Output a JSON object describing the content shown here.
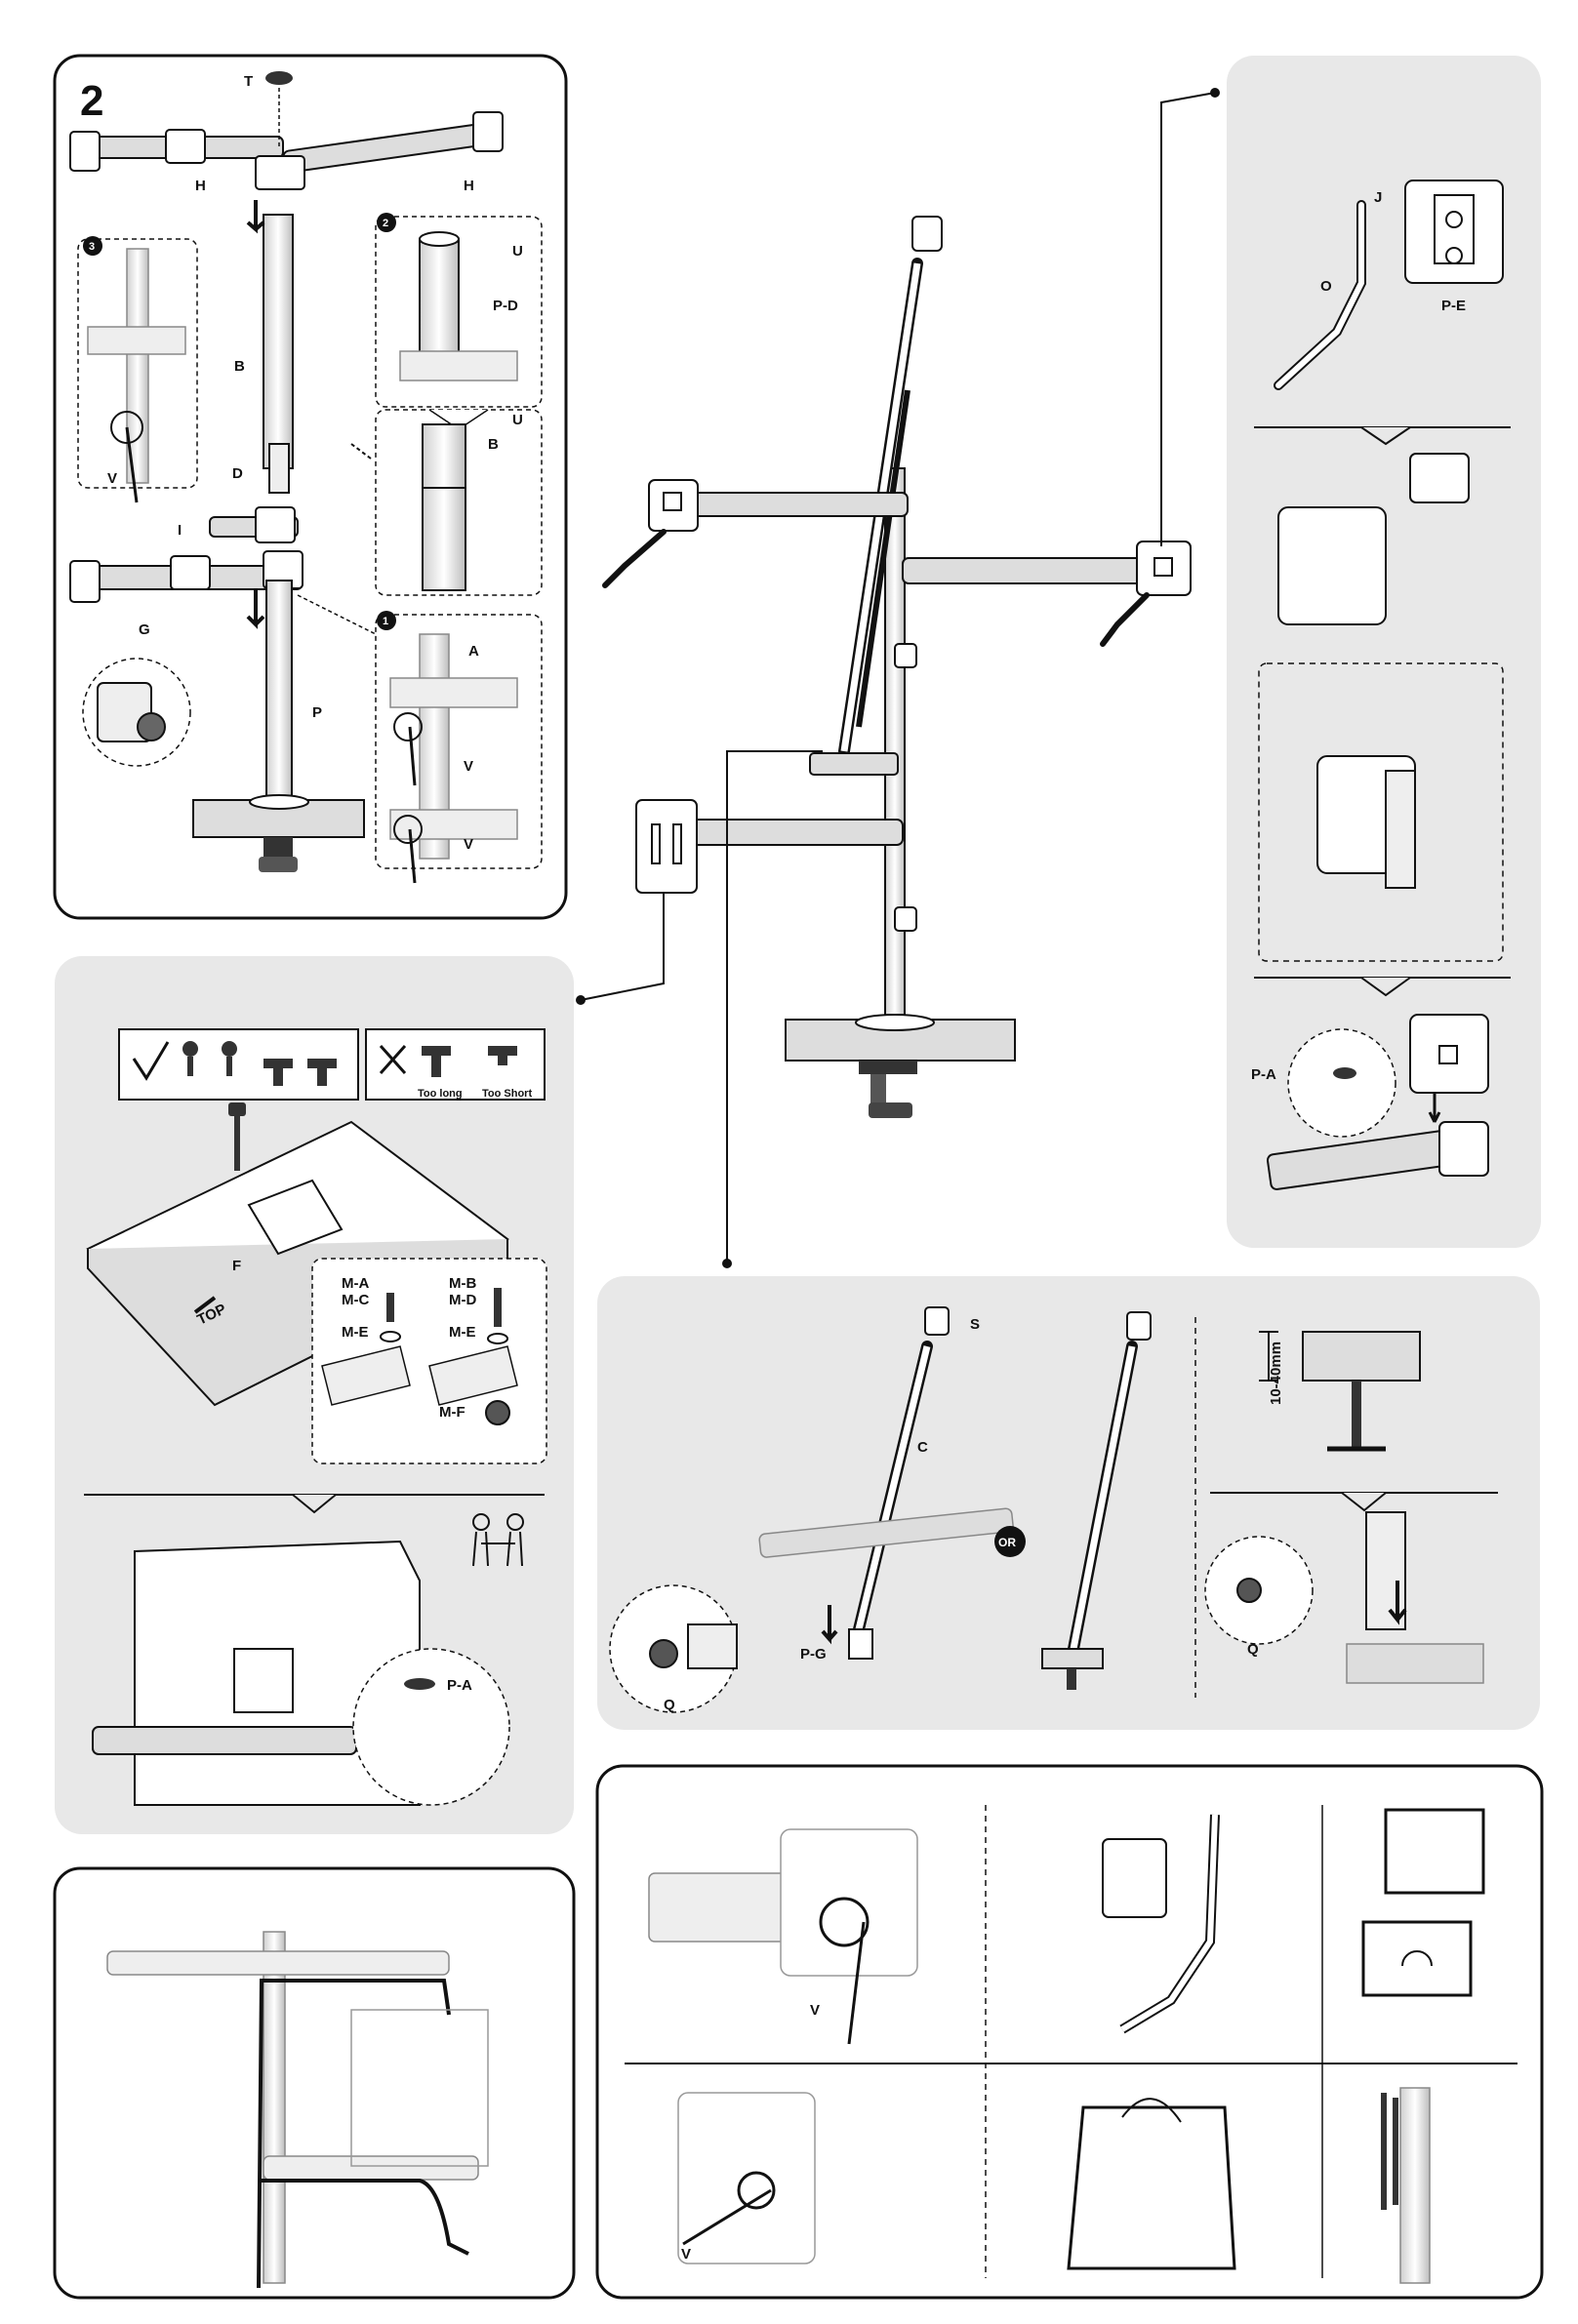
{
  "step": {
    "number": "2"
  },
  "panel_top_left": {
    "labels": {
      "T": "T",
      "H_left": "H",
      "H_right": "H",
      "B": "B",
      "D": "D",
      "I": "I",
      "G": "G",
      "P": "P",
      "V1": "V",
      "V2": "V",
      "V3": "V",
      "A": "A",
      "U1": "U",
      "U2": "U",
      "PD": "P-D",
      "B2": "B"
    },
    "callouts": {
      "c1": "1",
      "c2": "2",
      "c3": "3"
    }
  },
  "panel_mount": {
    "too_long": "Too long",
    "too_short": "Too Short",
    "labels": {
      "F": "F",
      "TOP": "TOP",
      "MA": "M-A",
      "MC": "M-C",
      "ME1": "M-E",
      "MB": "M-B",
      "MD": "M-D",
      "ME2": "M-E",
      "MF": "M-F",
      "PA": "P-A"
    }
  },
  "panel_right_top": {
    "labels": {
      "J": "J",
      "O": "O",
      "PE": "P-E",
      "PA": "P-A"
    }
  },
  "panel_mid_right": {
    "labels": {
      "S": "S",
      "C": "C",
      "PG": "P-G",
      "Q1": "Q",
      "Q2": "Q",
      "dim": "10-40mm"
    },
    "or_badge": "OR"
  },
  "panel_bottom_right": {
    "labels": {
      "V1": "V",
      "V2": "V"
    }
  }
}
